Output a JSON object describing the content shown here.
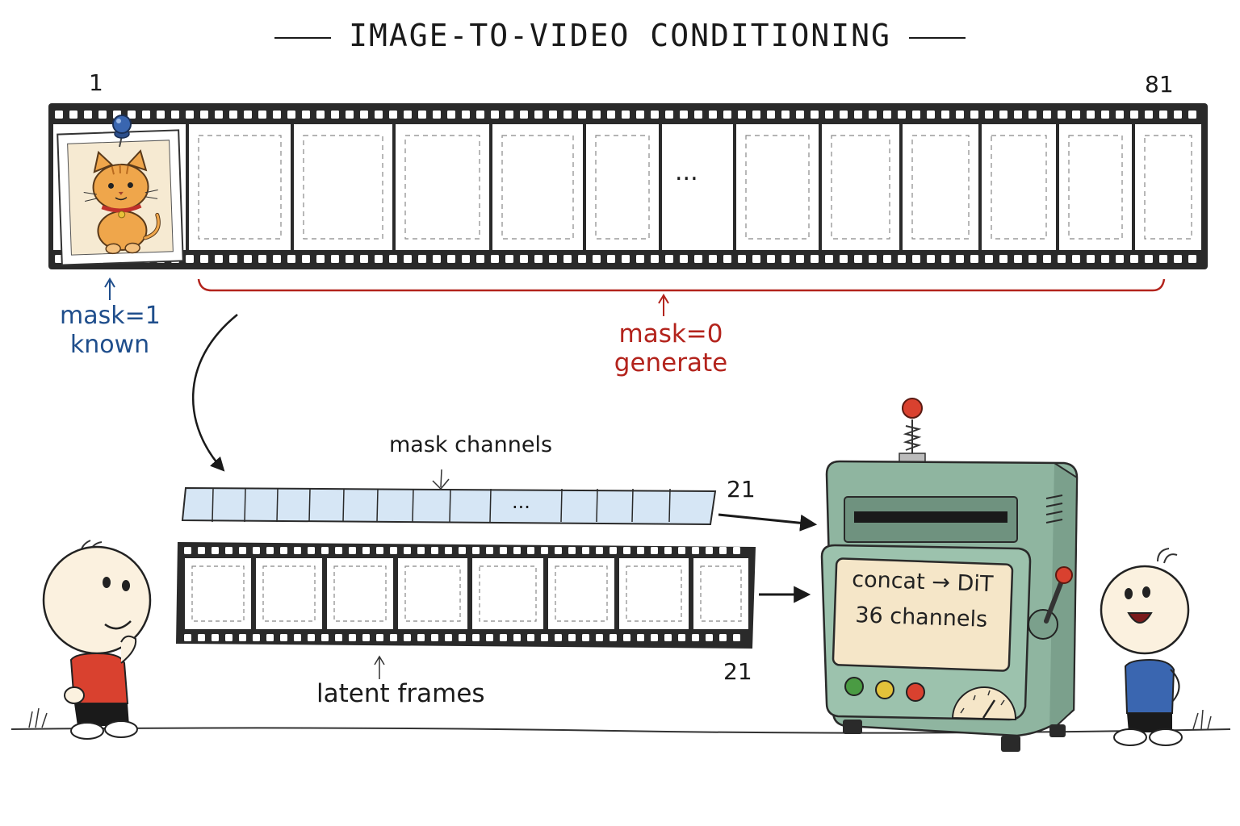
{
  "title": "IMAGE-TO-VIDEO CONDITIONING",
  "film_top": {
    "first_frame_number": "1",
    "last_frame_number": "81",
    "ellipsis": "..."
  },
  "known_label": {
    "line1": "mask=1",
    "line2": "known"
  },
  "generate_label": {
    "line1": "mask=0",
    "line2": "generate"
  },
  "mask_strip": {
    "label": "mask channels",
    "count": "21",
    "ellipsis": "..."
  },
  "latent_strip": {
    "label": "latent frames",
    "count": "21"
  },
  "machine": {
    "line1": "concat → DiT",
    "line2": "36 channels"
  },
  "colors": {
    "known_blue": "#1f4e8c",
    "generate_red": "#b3231c",
    "mask_fill": "#d6e6f5",
    "machine_green": "#8fb5a0",
    "panel_cream": "#f5e6c8"
  },
  "icons": [
    "push-pin-icon",
    "cat-photo-icon",
    "curved-arrow-icon",
    "arrow-right-icon",
    "gauge-icon",
    "lever-icon"
  ]
}
